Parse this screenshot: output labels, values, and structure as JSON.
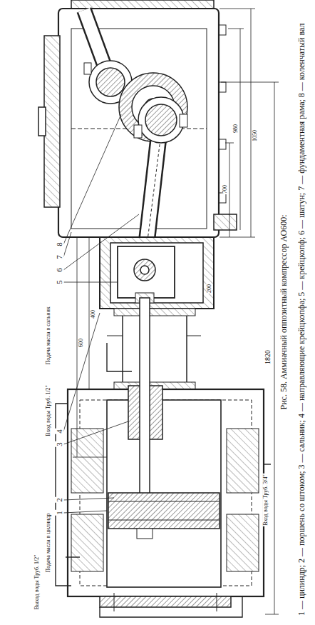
{
  "diagram": {
    "caption": "Рис. 58. Аммиачный оппозитный компрессор АО600:",
    "labels": [
      "1",
      "2",
      "3",
      "4",
      "5",
      "6",
      "7",
      "8",
      "Подача масла в сальник",
      "Вход воды Труб. 1/2\"",
      "Подача масла в цилиндр",
      "Выход воды Труб. 1/2\"",
      "Вход воды Труб. 3/4\"",
      "1820",
      "1050",
      "980",
      "700",
      "400",
      "600",
      "200",
      "1 — цилиндр; 2 — поршень со штоком; 3 — сальник; 4 — направляющие крейцкопфа; 5 — крейцкопф; 6 — шатун; 7 — фундаментная рама; 8 — коленчатый вал"
    ]
  }
}
